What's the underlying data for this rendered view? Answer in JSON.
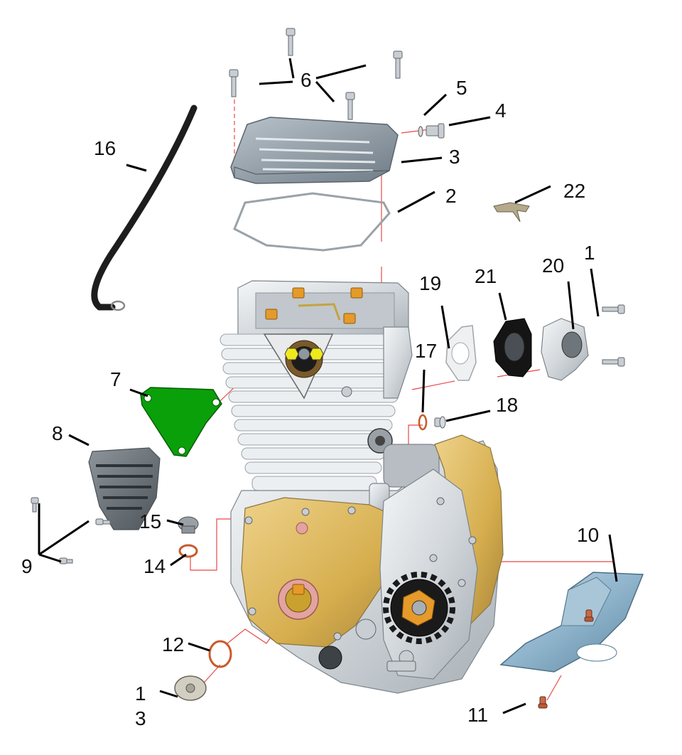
{
  "callouts": [
    {
      "id": "1",
      "label": "1"
    },
    {
      "id": "2",
      "label": "2"
    },
    {
      "id": "3",
      "label": "3"
    },
    {
      "id": "4",
      "label": "4"
    },
    {
      "id": "5",
      "label": "5"
    },
    {
      "id": "6",
      "label": "6"
    },
    {
      "id": "7",
      "label": "7"
    },
    {
      "id": "8",
      "label": "8"
    },
    {
      "id": "9",
      "label": "9"
    },
    {
      "id": "10",
      "label": "10"
    },
    {
      "id": "11",
      "label": "11"
    },
    {
      "id": "12",
      "label": "12"
    },
    {
      "id": "13a",
      "label": "1"
    },
    {
      "id": "13b",
      "label": "3"
    },
    {
      "id": "14",
      "label": "14"
    },
    {
      "id": "15",
      "label": "15"
    },
    {
      "id": "16",
      "label": "16"
    },
    {
      "id": "17",
      "label": "17"
    },
    {
      "id": "18",
      "label": "18"
    },
    {
      "id": "19",
      "label": "19"
    },
    {
      "id": "20",
      "label": "20"
    },
    {
      "id": "21",
      "label": "21"
    },
    {
      "id": "22",
      "label": "22"
    }
  ],
  "colors": {
    "leader": "#000000",
    "assembly_line": "#e84848",
    "green_cover": "#0aa00a",
    "gold_cover": "#d9b24a",
    "blue_guard": "#8fb4cc",
    "gasket_black": "#151515",
    "metal": "#c9ced3"
  }
}
